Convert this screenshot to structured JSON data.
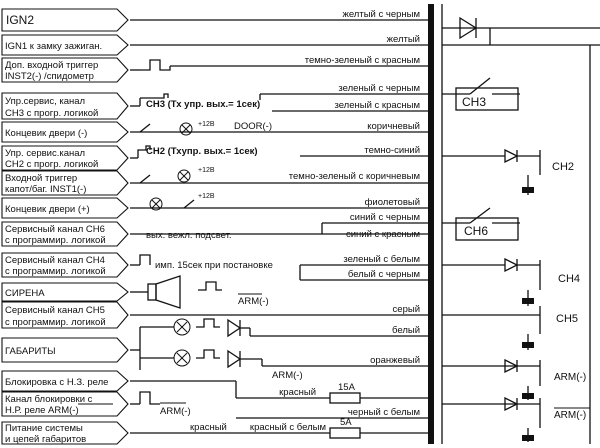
{
  "left_boxes": [
    {
      "lines": [
        "IGN2"
      ]
    },
    {
      "lines": [
        "IGN1 к замку зажиган."
      ]
    },
    {
      "lines": [
        "Доп. входной триггер",
        "INST2(-) /спидометр"
      ]
    },
    {
      "lines": [
        "Упр.сервис, канал",
        "CH3 с прогр. логикой"
      ]
    },
    {
      "lines": [
        "Концевик двери (-)"
      ]
    },
    {
      "lines": [
        "Упр. сервис.канал",
        "CH2 с прогр. логикой"
      ]
    },
    {
      "lines": [
        "Входной триггер",
        "капот/баг. INST1(-)"
      ]
    },
    {
      "lines": [
        "Концевик двери (+)"
      ]
    },
    {
      "lines": [
        "Сервисный канал CH6",
        "с программир. логикой"
      ]
    },
    {
      "lines": [
        "Сервисный канал CH4",
        "с программир. логикой"
      ]
    },
    {
      "lines": [
        "СИРЕНА"
      ]
    },
    {
      "lines": [
        "Сервисный канал CH5",
        "с программир. логикой"
      ]
    },
    {
      "lines": [
        "ГАБАРИТЫ"
      ]
    },
    {
      "lines": [
        "Блокировка с Н.З. реле"
      ]
    },
    {
      "lines": [
        "Канал блокировки с",
        "Н.Р. реле  ARM(-)"
      ]
    },
    {
      "lines": [
        "Питание системы",
        "и цепей габаритов"
      ]
    }
  ],
  "wire_colors": [
    "желтый с черным",
    "желтый",
    "темно-зеленый с красным",
    "зеленый с черным",
    "зеленый с красным",
    "коричневый",
    "темно-синий",
    "темно-зеленый с коричневым",
    "фиолетовый",
    "синий с черным",
    "синий с красным",
    "зеленый с белым",
    "белый с черным",
    "серый",
    "белый",
    "оранжевый",
    "красный",
    "черный с белым",
    "красный с белым"
  ],
  "annotations": {
    "ch3_note": "СН3 (Тх упр. вых.= 1сек)",
    "ch2_note": "СН2 (Тхупр. вых.= 1сек)",
    "door": "DOOR(-)",
    "plus12": "+12В",
    "ch6_note": "вых. вежл. подсвет.",
    "ch4_note": "имп. 15сек при постановке",
    "arm_neg": "ARM(-)",
    "krasny": "красный",
    "fuse_15": "15А",
    "fuse_5": "5А"
  },
  "right_labels": {
    "ch3": "СН3",
    "ch2": "СН2",
    "ch6": "СН6",
    "ch4": "СН4",
    "ch5": "СН5",
    "arm1": "ARM(-)",
    "arm2": "ARM(-)"
  }
}
